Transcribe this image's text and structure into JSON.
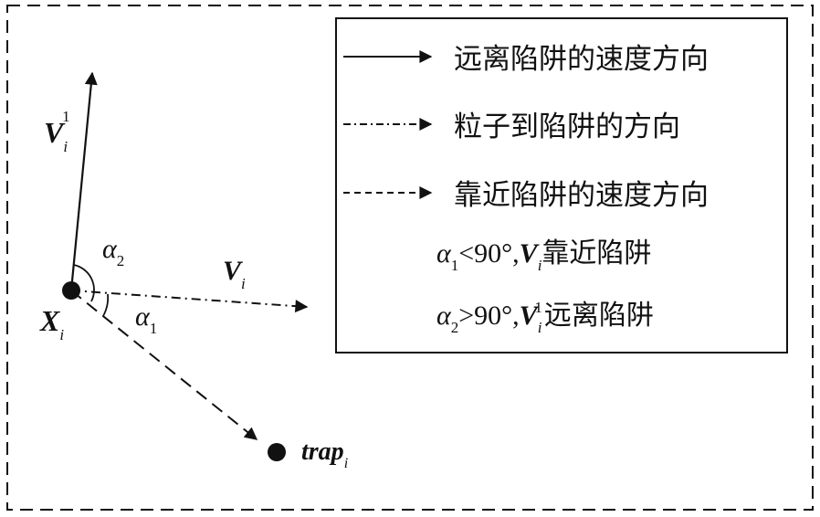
{
  "legend": {
    "items": [
      {
        "line_style": "solid",
        "label": "远离陷阱的速度方向"
      },
      {
        "line_style": "dash-dot",
        "label": "粒子到陷阱的方向"
      },
      {
        "line_style": "dashed",
        "label": "靠近陷阱的速度方向"
      }
    ],
    "note1": {
      "alpha": "α",
      "alpha_sub": "1",
      "cmp": "<90°,",
      "vec": "V",
      "vec_sub": "i",
      "text": "靠近陷阱"
    },
    "note2": {
      "alpha": "α",
      "alpha_sub": "2",
      "cmp": ">90°,",
      "vec": "V",
      "vec_sub": "i",
      "vec_sup": "1",
      "text": "远离陷阱"
    }
  },
  "labels": {
    "v1": {
      "main": "V",
      "sub": "i",
      "sup": "1"
    },
    "alpha2": {
      "main": "α",
      "sub": "2"
    },
    "vi": {
      "main": "V",
      "sub": "i"
    },
    "alpha1": {
      "main": "α",
      "sub": "1"
    },
    "xi": {
      "main": "X",
      "sub": "i"
    },
    "trap": {
      "main": "trap",
      "sub": "i"
    }
  },
  "colors": {
    "ink": "#111111",
    "background": "#ffffff"
  }
}
